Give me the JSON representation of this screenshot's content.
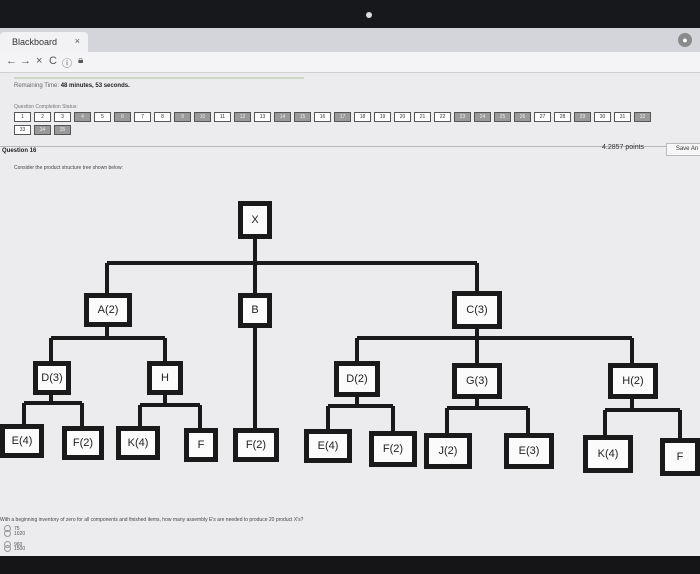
{
  "browser": {
    "tab_title": "Blackboard",
    "tab_close": "×",
    "nav_back": "←",
    "nav_forward": "→",
    "nav_stop": "×",
    "nav_reload": "C"
  },
  "test": {
    "timer_label": "Remaining Time:",
    "timer_value": "48 minutes, 53 seconds.",
    "status_label": "Question Completion Status:",
    "question_numbers": [
      "1",
      "2",
      "3",
      "4",
      "5",
      "6",
      "7",
      "8",
      "9",
      "10",
      "11",
      "12",
      "13",
      "14",
      "15",
      "16",
      "17",
      "18",
      "19",
      "20",
      "21",
      "22",
      "23",
      "24",
      "25",
      "26",
      "27",
      "28",
      "29",
      "30",
      "31",
      "32",
      "33",
      "34",
      "35"
    ],
    "question_label": "Question 16",
    "points": "4.2857 points",
    "save_label": "Save An",
    "prompt": "Consider the product structure tree shown below:",
    "question_text": "With a beginning inventory of zero for all components and finished items, how many assembly E's are needed to produce 20 product X's?",
    "options": [
      "75",
      "960",
      "1020",
      "1500"
    ]
  },
  "tree": {
    "nodes": {
      "x": "X",
      "a": "A(2)",
      "b": "B",
      "c": "C(3)",
      "d3": "D(3)",
      "h1": "H",
      "d2": "D(2)",
      "g3": "G(3)",
      "h2": "H(2)",
      "e4a": "E(4)",
      "f2a": "F(2)",
      "k4a": "K(4)",
      "f1": "F",
      "f2b": "F(2)",
      "e4b": "E(4)",
      "f2c": "F(2)",
      "j2": "J(2)",
      "e3": "E(3)",
      "k4b": "K(4)",
      "f3": "F"
    }
  }
}
